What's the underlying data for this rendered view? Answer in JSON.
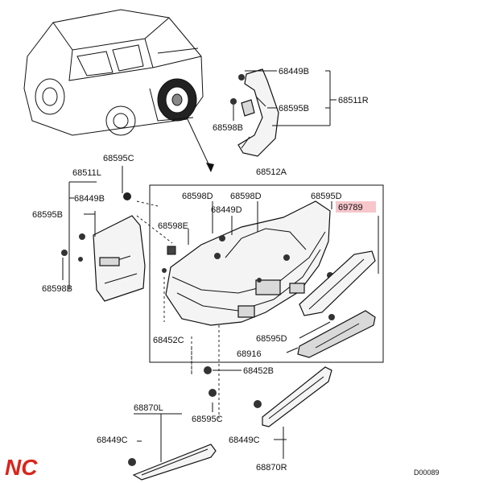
{
  "labels": {
    "p68449B_top": "68449B",
    "p68511R": "68511R",
    "p68595B_top": "68595B",
    "p68598B_top": "68598B",
    "p68595C_top": "68595C",
    "p68511L": "68511L",
    "p68449B_left": "68449B",
    "p68595B_left": "68595B",
    "p68598B_left": "68598B",
    "p68512A": "68512A",
    "p68598D_a": "68598D",
    "p68598D_b": "68598D",
    "p68449D": "68449D",
    "p68598E": "68598E",
    "p68595D_top": "68595D",
    "p69789": "69789",
    "p68452C": "68452C",
    "p68595D_bottom": "68595D",
    "p68916": "68916",
    "p68452B": "68452B",
    "p68595C_bottom": "68595C",
    "p68870L": "68870L",
    "p68449C_left": "68449C",
    "p68449C_right": "68449C",
    "p68870R": "68870R",
    "diagram_code": "D00089"
  },
  "logo_text": "NC",
  "colors": {
    "highlight": "#f6c6cb",
    "logo": "#d9261c"
  }
}
